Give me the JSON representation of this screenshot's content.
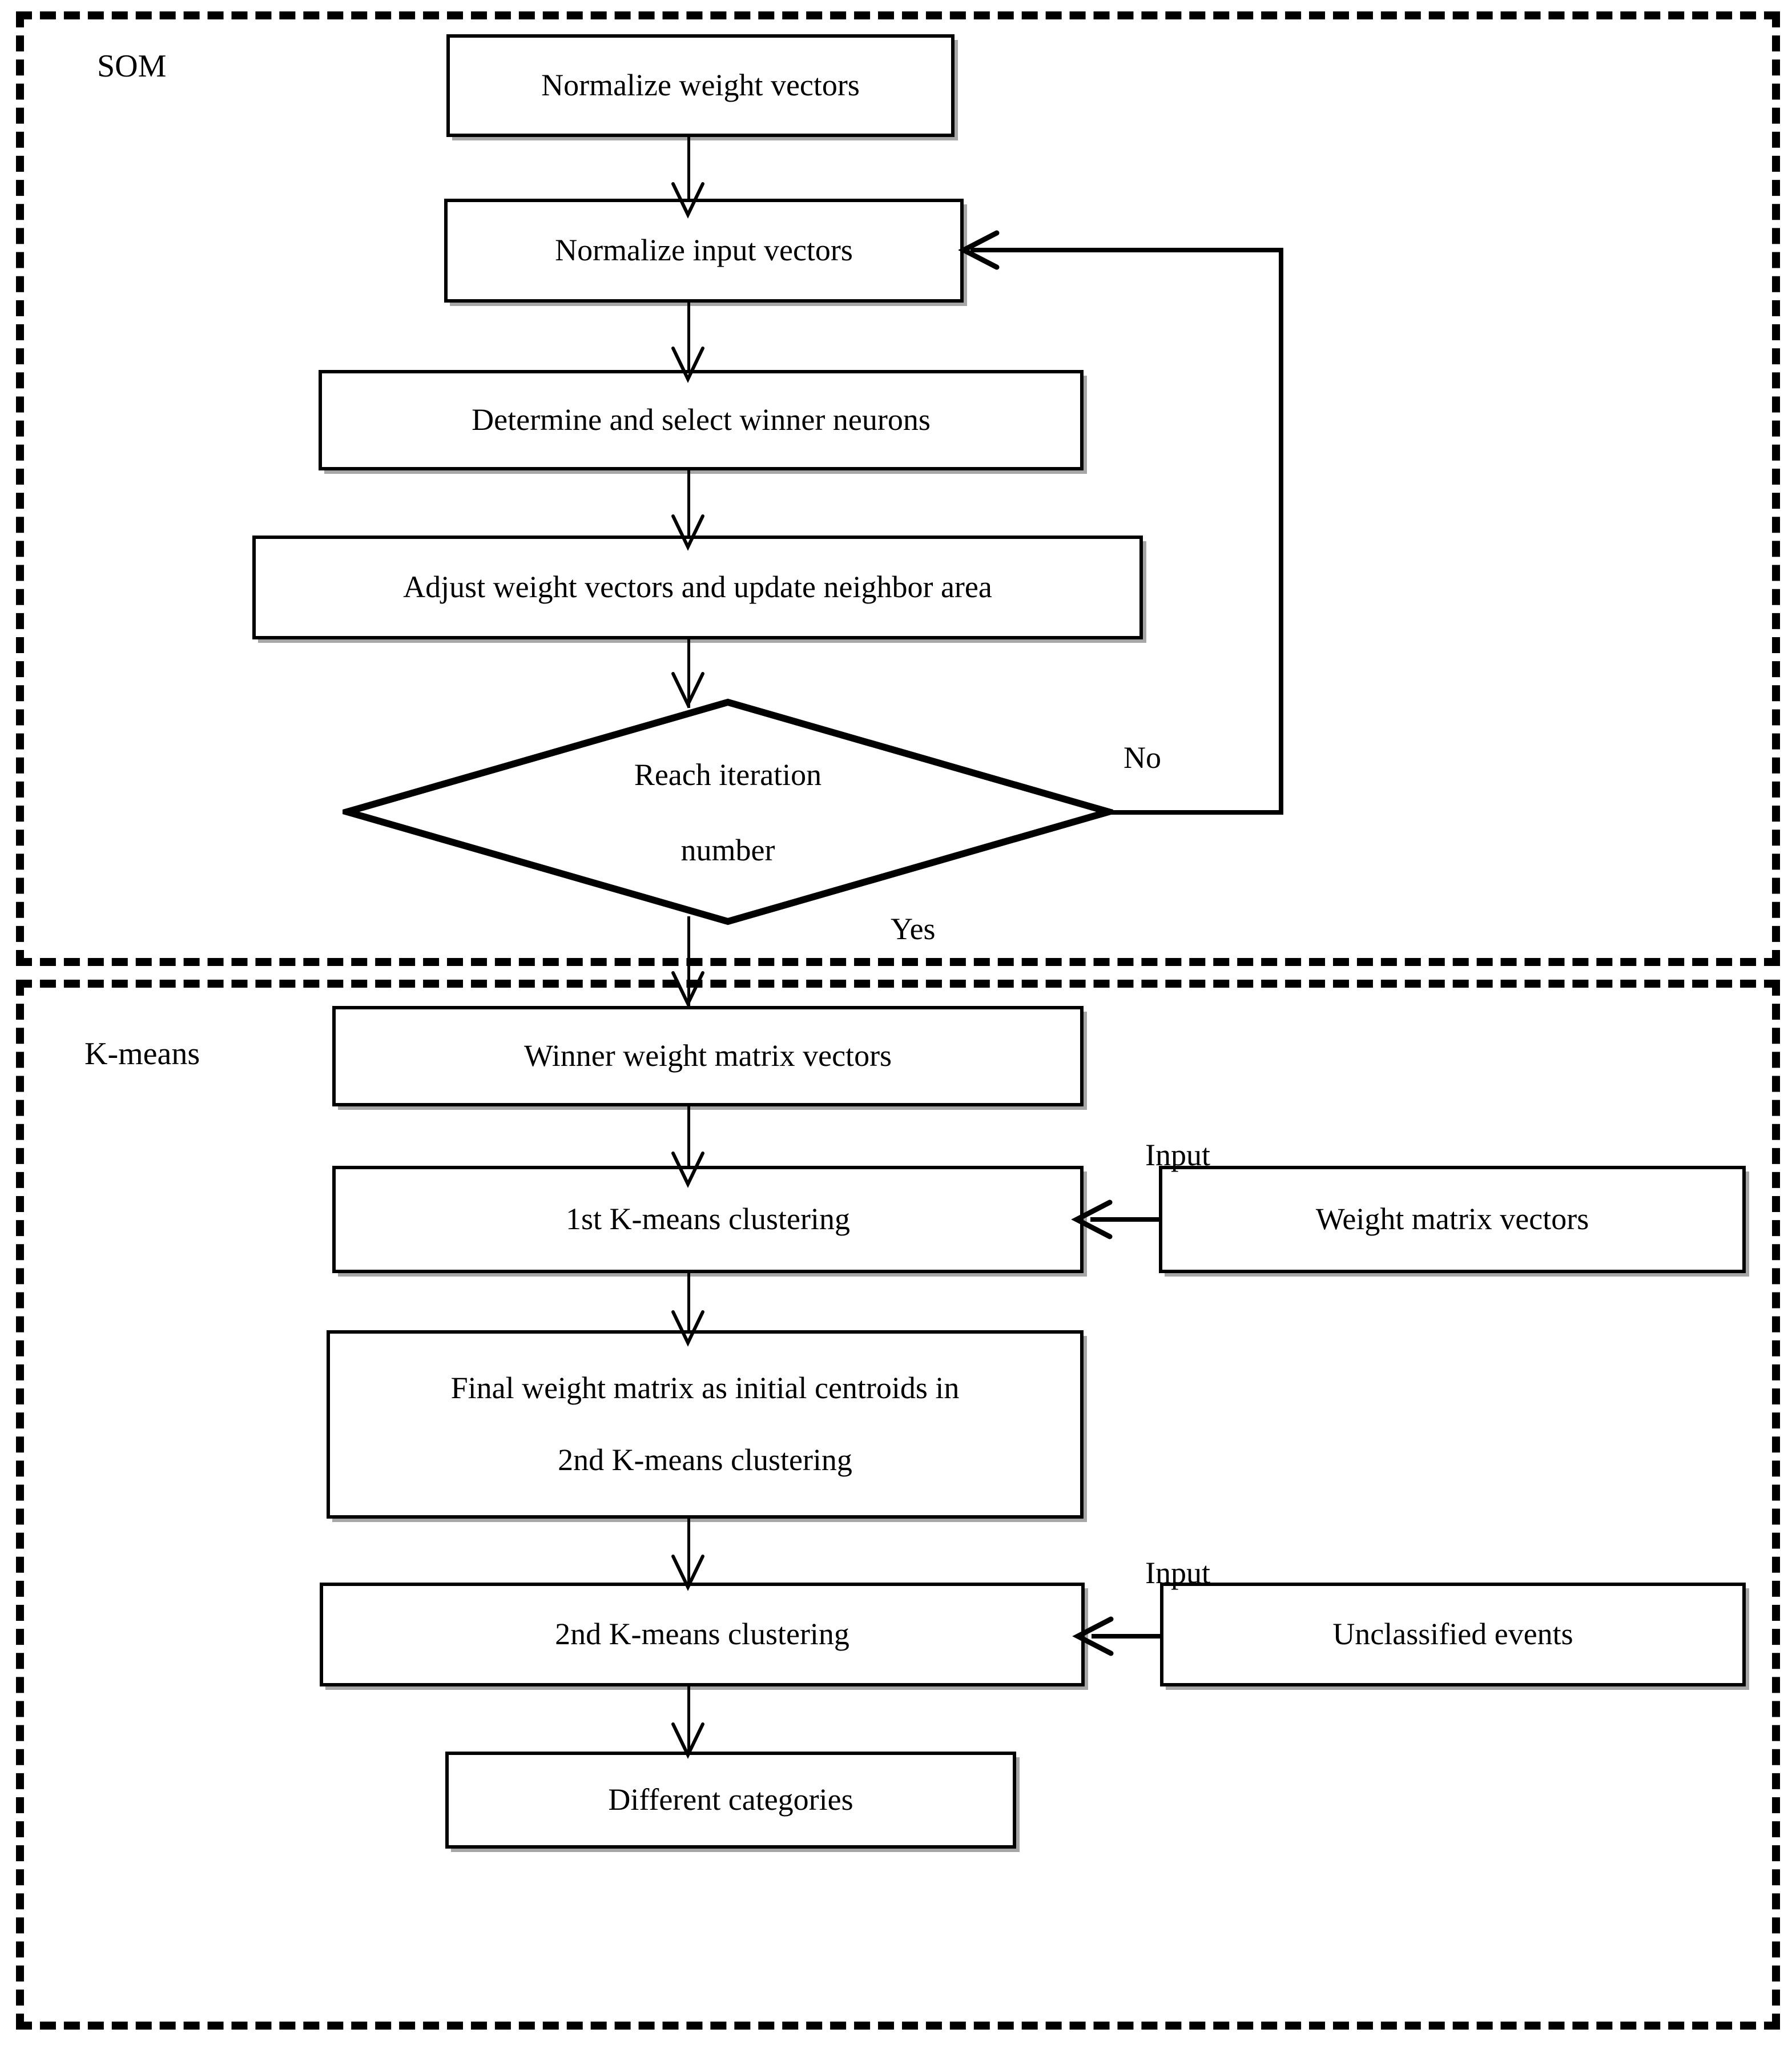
{
  "diagram": {
    "type": "flowchart",
    "title": "SOM and K-means hybrid clustering flowchart",
    "regions": [
      {
        "id": "som",
        "label": "SOM"
      },
      {
        "id": "kmeans",
        "label": "K-means"
      }
    ],
    "nodes": {
      "normalize_weight_vectors": {
        "label": "Normalize weight vectors",
        "shape": "process"
      },
      "normalize_input_vectors": {
        "label": "Normalize input vectors",
        "shape": "process"
      },
      "determine_winner_neurons": {
        "label": "Determine and select winner neurons",
        "shape": "process"
      },
      "adjust_weight_vectors": {
        "label": "Adjust weight vectors and update neighbor area",
        "shape": "process"
      },
      "reach_iteration_number": {
        "label_line1": "Reach iteration",
        "label_line2": "number",
        "shape": "decision"
      },
      "winner_weight_matrix_vectors": {
        "label": "Winner weight matrix vectors",
        "shape": "process"
      },
      "first_kmeans_clustering": {
        "label": "1st K-means clustering",
        "shape": "process"
      },
      "final_weight_matrix_centroids": {
        "label_line1": "Final weight matrix as initial centroids in",
        "label_line2": "2nd K-means clustering",
        "shape": "process"
      },
      "second_kmeans_clustering": {
        "label": "2nd K-means clustering",
        "shape": "process"
      },
      "different_categories": {
        "label": "Different categories",
        "shape": "process"
      },
      "weight_matrix_vectors": {
        "label": "Weight matrix vectors",
        "shape": "process"
      },
      "unclassified_events": {
        "label": "Unclassified events",
        "shape": "process"
      }
    },
    "edge_labels": {
      "decision_no": "No",
      "decision_yes": "Yes",
      "input_weight_matrix": "Input",
      "input_unclassified": "Input"
    },
    "colors": {
      "line": "#000000",
      "background": "#ffffff",
      "text": "#000000"
    }
  }
}
